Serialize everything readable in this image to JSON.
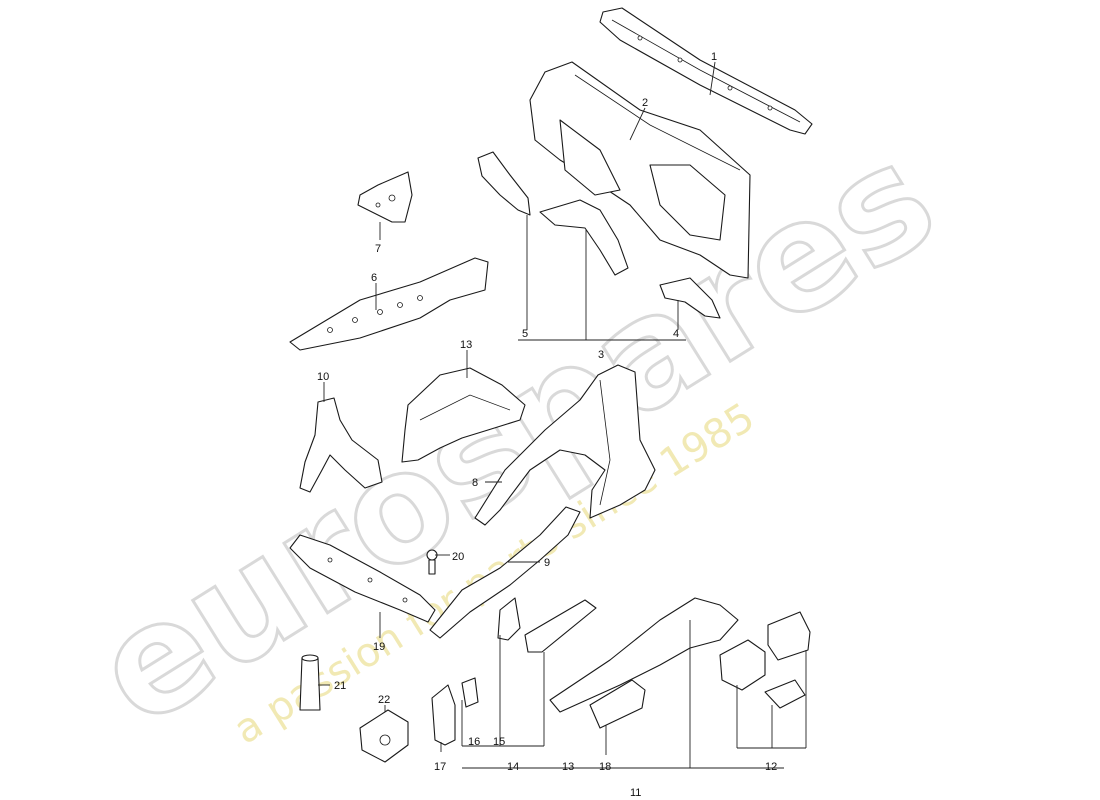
{
  "watermark": {
    "brand": "eurospares",
    "tagline": "a passion for parts since 1985",
    "brand_color": "#d9d9d9",
    "tagline_color": "#efe6a8"
  },
  "callouts": [
    "1",
    "2",
    "3",
    "4",
    "5",
    "6",
    "7",
    "8",
    "9",
    "10",
    "11",
    "12",
    "13",
    "13",
    "14",
    "15",
    "16",
    "17",
    "18",
    "19",
    "20",
    "21",
    "22"
  ]
}
